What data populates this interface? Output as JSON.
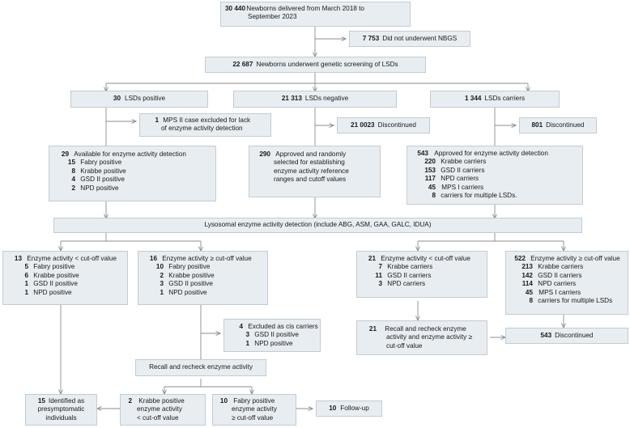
{
  "figure": {
    "type": "flowchart",
    "title": "Newborn genetic screening of lysosomal storage disorders (LSDs) study flow",
    "colors": {
      "node_fill": "#e8edf1",
      "node_border": "#c2ccd4",
      "edge": "#8c8c8c",
      "text": "#1a1a1a"
    }
  },
  "nodes": {
    "n1_delivered": {
      "num": "30 440",
      "line1": "Newborns delivered from March 2018 to",
      "line2": "September 2023"
    },
    "n2_not_nbgs": {
      "num": "7 753",
      "label": "Did not underwent NBGS"
    },
    "n3_screened": {
      "num": "22 687",
      "label": "Newborns underwent genetic screening of LSDs"
    },
    "n4_positive": {
      "num": "30",
      "label": "LSDs positive"
    },
    "n5_negative": {
      "num": "21 313",
      "label": "LSDs negative"
    },
    "n6_carriers": {
      "num": "1 344",
      "label": "LSDs carriers"
    },
    "n7_mps2_excluded": {
      "num": "1",
      "line1": "MPS II case excluded for lack",
      "line2": "of  enzyme activity detection"
    },
    "n8_disc_neg": {
      "num": "21 0023",
      "label": "Discontinued"
    },
    "n9_disc_carriers": {
      "num": "801",
      "label": "Discontinued"
    },
    "n10_available_pos": {
      "head_num": "29",
      "head_label": "Available for enzyme activity detection",
      "items": [
        {
          "num": "15",
          "label": "Fabry positive"
        },
        {
          "num": "8",
          "label": "Krabbe positive"
        },
        {
          "num": "4",
          "label": "GSD II positive"
        },
        {
          "num": "2",
          "label": "NPD positive"
        }
      ]
    },
    "n11_reference": {
      "num": "290",
      "line1": "Approved and randomly",
      "line2": "selected for establishing",
      "line3": "enzyme activity reference",
      "line4": "ranges and cutoff values"
    },
    "n12_approved_carriers": {
      "head_num": "543",
      "head_label": "Approved for enzyme activity detection",
      "items": [
        {
          "num": "220",
          "label": "Krabbe carriers"
        },
        {
          "num": "153",
          "label": "GSD II carriers"
        },
        {
          "num": "117",
          "label": "NPD carriers"
        },
        {
          "num": "45",
          "label": "MPS I carriers"
        },
        {
          "num": "8",
          "label": "carriers for multiple LSDs."
        }
      ]
    },
    "n13_enzyme_detection": {
      "label": "Lysosomal enzyme activity detection (include ABG, ASM, GAA, GALC, IDUA)"
    },
    "n14_pos_below": {
      "head_num": "13",
      "head_label": "Enzyme activity < cut-off value",
      "items": [
        {
          "num": "5",
          "label": "Fabry positive"
        },
        {
          "num": "6",
          "label": "Krabbe positive"
        },
        {
          "num": "1",
          "label": "GSD II positive"
        },
        {
          "num": "1",
          "label": "NPD positive"
        }
      ]
    },
    "n15_pos_above": {
      "head_num": "16",
      "head_label": "Enzyme activity ≥ cut-off value",
      "items": [
        {
          "num": "10",
          "label": "Fabry positive"
        },
        {
          "num": "2",
          "label": "Krabbe positive"
        },
        {
          "num": "3",
          "label": "GSD II positive"
        },
        {
          "num": "1",
          "label": "NPD positive"
        }
      ]
    },
    "n16_carr_below": {
      "head_num": "21",
      "head_label": "Enzyme activity < cut-off value",
      "items": [
        {
          "num": "7",
          "label": "Krabbe carriers"
        },
        {
          "num": "11",
          "label": "GSD II carriers"
        },
        {
          "num": "3",
          "label": "NPD carriers"
        }
      ]
    },
    "n17_carr_above": {
      "head_num": "522",
      "head_label": "Enzyme activity ≥ cut-off value",
      "items": [
        {
          "num": "213",
          "label": "Krabbe carriers"
        },
        {
          "num": "142",
          "label": "GSD II carriers"
        },
        {
          "num": "114",
          "label": "NPD carriers"
        },
        {
          "num": "45",
          "label": "MPS I carriers"
        },
        {
          "num": "8",
          "label": "carriers for multiple LSDs"
        }
      ]
    },
    "n18_cis_excluded": {
      "head_num": "4",
      "head_label": "Excluded as cis carriers",
      "items": [
        {
          "num": "3",
          "label": "GSD II positive"
        },
        {
          "num": "1",
          "label": "NPD positive"
        }
      ]
    },
    "n19_recall_carriers": {
      "num": "21",
      "line1": "Recall and recheck enzyme",
      "line2": "activity  and enzyme activity ≥",
      "line3": "cut-off value"
    },
    "n20_disc_543": {
      "num": "543",
      "label": "Discontinued"
    },
    "n21_recall": {
      "label": "Recall and recheck enzyme activity"
    },
    "n22_presymptomatic": {
      "num": "15",
      "line1": "Identified as",
      "line2": "presymptomatic",
      "line3": "individuals"
    },
    "n23_krabbe_below": {
      "num": "2",
      "line1": "Krabbe positive",
      "line2": "enzyme activity",
      "line3": "< cut-off value"
    },
    "n24_fabry_above": {
      "num": "10",
      "line1": "Fabry positive",
      "line2": "enzyme activity",
      "line3": "≥ cut-off value"
    },
    "n25_followup": {
      "num": "10",
      "label": "Follow-up"
    }
  }
}
